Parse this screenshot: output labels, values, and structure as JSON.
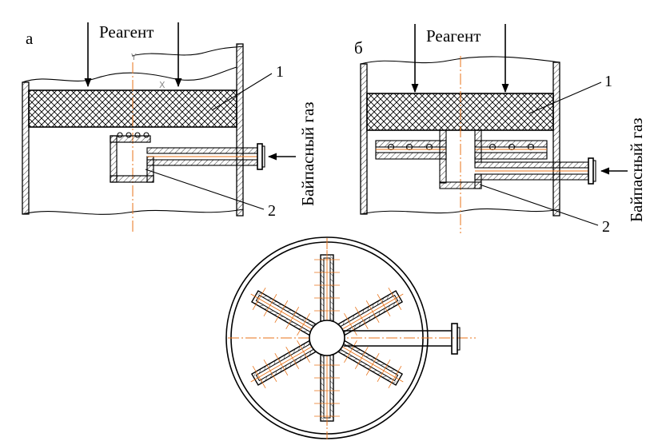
{
  "labels": {
    "panel_a": "а",
    "panel_b": "б",
    "reagent_a": "Реагент",
    "reagent_b": "Реагент",
    "bypass_gas_a": "Байпасный газ",
    "bypass_gas_b": "Байпасный газ",
    "callout_1_a": "1",
    "callout_2_a": "2",
    "callout_1_b": "1",
    "callout_2_b": "2"
  },
  "colors": {
    "line": "#000000",
    "axis": "#e8731a",
    "background": "#ffffff"
  }
}
